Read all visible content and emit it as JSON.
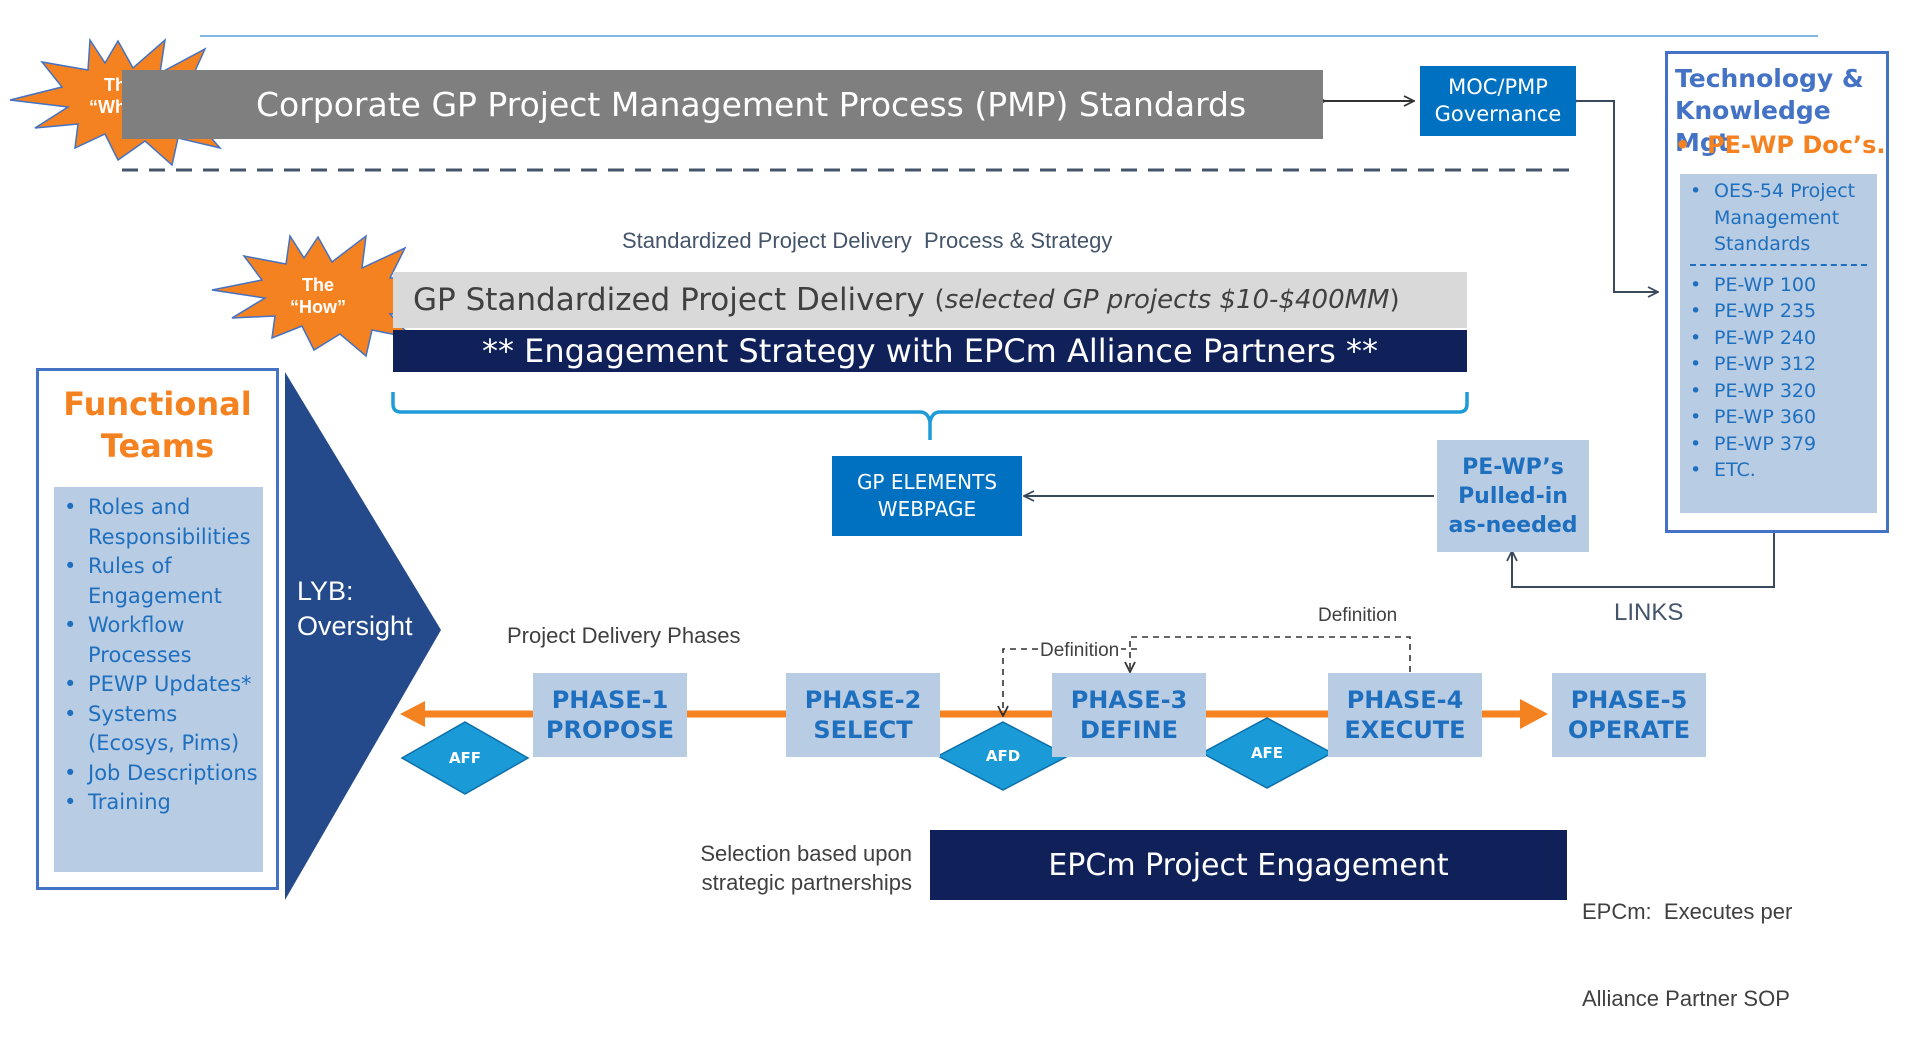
{
  "colors": {
    "orange": "#f58220",
    "blue": "#0070c0",
    "navy": "#10215a",
    "lightblue": "#b8cce4",
    "gray": "#7f7f7f",
    "lightgray": "#d9d9d9",
    "link_blue": "#1f6fbf"
  },
  "starbursts": {
    "what": {
      "line1": "The",
      "line2": "“What”"
    },
    "how": {
      "line1": "The",
      "line2": "“How”"
    }
  },
  "corporate_banner": "Corporate GP Project Management Process (PMP) Standards",
  "moc_box": {
    "line1": "MOC/PMP",
    "line2": "Governance"
  },
  "technology_panel": {
    "title_line1": "Technology &",
    "title_line2": "Knowledge Mgt",
    "subtitle": "PE-WP Doc’s.",
    "top_item": "OES-54 Project Management Standards",
    "items": [
      "PE-WP 100",
      "PE-WP 235",
      "PE-WP 240",
      "PE-WP 312",
      "PE-WP 320",
      "PE-WP 360",
      "PE-WP 379",
      "ETC."
    ]
  },
  "strategy_caption": "Standardized Project Delivery  Process & Strategy",
  "delivery_banner": {
    "main": "GP Standardized Project Delivery ",
    "open_paren": "(",
    "italic": "selected GP projects $10-$400MM",
    "close_paren": ")"
  },
  "engagement_banner": "** Engagement Strategy with EPCm Alliance Partners **",
  "gp_elements": {
    "line1": "GP ELEMENTS",
    "line2": "WEBPAGE"
  },
  "pewp_box": {
    "line1": "PE-WP’s",
    "line2": "Pulled-in",
    "line3": "as-needed"
  },
  "links_label": "LINKS",
  "functional_teams": {
    "title_line1": "Functional",
    "title_line2": "Teams",
    "items": [
      "Roles and Responsibilities",
      "Rules of Engagement",
      "Workflow Processes",
      "PEWP Updates*",
      "Systems (Ecosys, Pims)",
      "Job Descriptions",
      "Training"
    ]
  },
  "lyb": {
    "line1": "LYB:",
    "line2": "Oversight"
  },
  "phases_caption": "Project Delivery Phases",
  "definition_labels": [
    "Definition",
    "Definition"
  ],
  "phases": [
    {
      "line1": "PHASE-1",
      "line2": "PROPOSE"
    },
    {
      "line1": "PHASE-2",
      "line2": "SELECT"
    },
    {
      "line1": "PHASE-3",
      "line2": "DEFINE"
    },
    {
      "line1": "PHASE-4",
      "line2": "EXECUTE"
    },
    {
      "line1": "PHASE-5",
      "line2": "OPERATE"
    }
  ],
  "gates": [
    "AFF",
    "AFD",
    "AFE"
  ],
  "selection_note": {
    "line1": "Selection based upon",
    "line2": "strategic partnerships"
  },
  "epcm_banner": "EPCm Project Engagement",
  "epcm_note": {
    "line1": "EPCm:  Executes per",
    "line2": "Alliance Partner SOP"
  }
}
